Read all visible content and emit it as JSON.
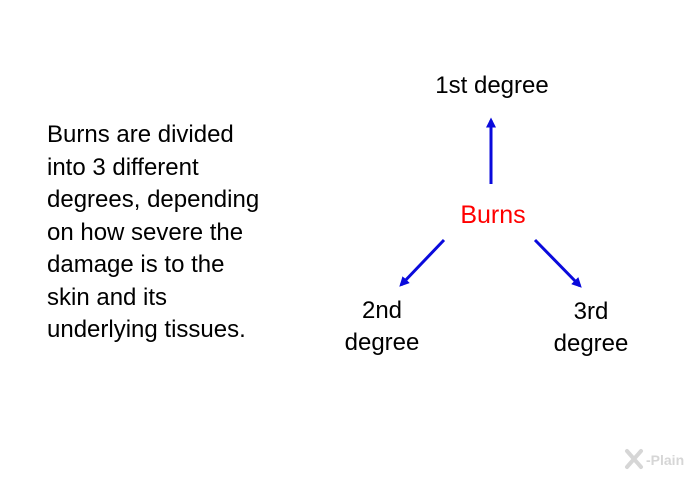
{
  "description": "Burns are divided\ninto 3 different\ndegrees, depending\non how severe the\ndamage is to the\nskin and its\nunderlying tissues.",
  "diagram": {
    "center": "Burns",
    "branches": [
      {
        "id": "top",
        "label": "1st degree"
      },
      {
        "id": "left",
        "label": "2nd\ndegree"
      },
      {
        "id": "right",
        "label": "3rd\ndegree"
      }
    ]
  },
  "watermark": {
    "text": "-Plain",
    "logo_letter": "X"
  },
  "colors": {
    "center_text": "#ff0000",
    "arrows": "#0a0adc",
    "text": "#000000",
    "watermark": "#d6d6d6"
  }
}
